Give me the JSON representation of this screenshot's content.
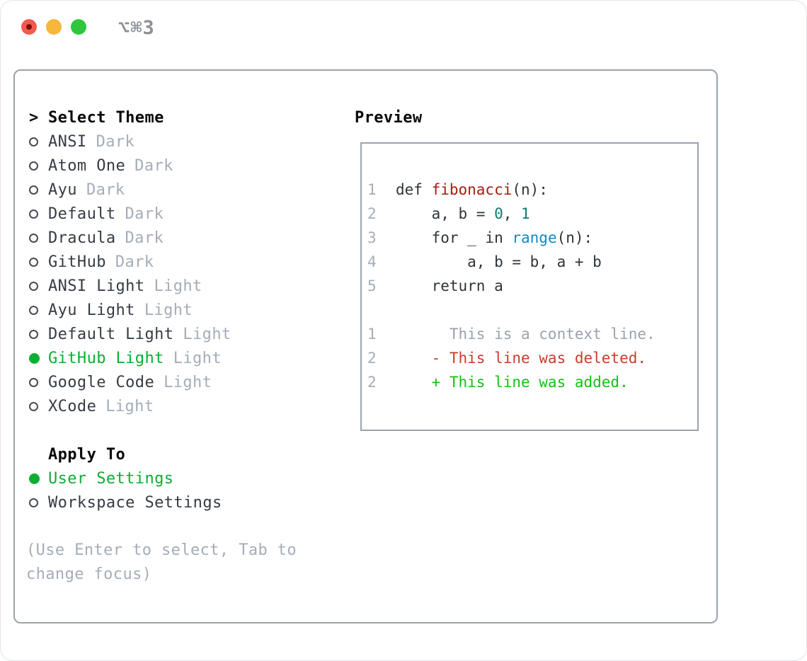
{
  "window": {
    "title": "⌥⌘3",
    "traffic_lights": [
      "close",
      "minimize",
      "zoom"
    ]
  },
  "theme_panel": {
    "header_marker": ">",
    "header": "Select Theme",
    "themes": [
      {
        "name": "ANSI",
        "variant": "Dark",
        "selected": false
      },
      {
        "name": "Atom One",
        "variant": "Dark",
        "selected": false
      },
      {
        "name": "Ayu",
        "variant": "Dark",
        "selected": false
      },
      {
        "name": "Default",
        "variant": "Dark",
        "selected": false
      },
      {
        "name": "Dracula",
        "variant": "Dark",
        "selected": false
      },
      {
        "name": "GitHub",
        "variant": "Dark",
        "selected": false
      },
      {
        "name": "ANSI Light",
        "variant": "Light",
        "selected": false
      },
      {
        "name": "Ayu Light",
        "variant": "Light",
        "selected": false
      },
      {
        "name": "Default Light",
        "variant": "Light",
        "selected": false
      },
      {
        "name": "GitHub Light",
        "variant": "Light",
        "selected": true
      },
      {
        "name": "Google Code",
        "variant": "Light",
        "selected": false
      },
      {
        "name": "XCode",
        "variant": "Light",
        "selected": false
      }
    ],
    "apply_to": {
      "header": "Apply To",
      "options": [
        {
          "label": "User Settings",
          "selected": true
        },
        {
          "label": "Workspace Settings",
          "selected": false
        }
      ]
    },
    "hint": "(Use Enter to select, Tab to change focus)"
  },
  "preview_panel": {
    "header": "Preview",
    "code_lines": [
      {
        "num": "1",
        "tokens": [
          {
            "type": "plain",
            "text": "def "
          },
          {
            "type": "function",
            "text": "fibonacci"
          },
          {
            "type": "plain",
            "text": "(n):"
          }
        ]
      },
      {
        "num": "2",
        "tokens": [
          {
            "type": "plain",
            "text": "    a, b = "
          },
          {
            "type": "number",
            "text": "0"
          },
          {
            "type": "plain",
            "text": ", "
          },
          {
            "type": "number",
            "text": "1"
          }
        ]
      },
      {
        "num": "3",
        "tokens": [
          {
            "type": "plain",
            "text": "    for _ in "
          },
          {
            "type": "builtin",
            "text": "range"
          },
          {
            "type": "plain",
            "text": "(n):"
          }
        ]
      },
      {
        "num": "4",
        "tokens": [
          {
            "type": "plain",
            "text": "        a, b = b, a + b"
          }
        ]
      },
      {
        "num": "5",
        "tokens": [
          {
            "type": "plain",
            "text": "    return a"
          }
        ]
      }
    ],
    "diff_lines": [
      {
        "num": "1",
        "type": "context",
        "text": "      This is a context line."
      },
      {
        "num": "2",
        "type": "deleted",
        "text": "    - This line was deleted."
      },
      {
        "num": "2",
        "type": "added",
        "text": "    + This line was added."
      }
    ]
  },
  "colors": {
    "panel_border": "#9aa3ae",
    "selection_green": "#0caf31",
    "added_green": "#12c212",
    "deleted_red": "#cb3c2a",
    "function_red": "#a61c10",
    "number_teal": "#0e7a70",
    "builtin_blue": "#0e8ac2",
    "muted_gray": "#a5adb8",
    "text_dark": "#363c44",
    "traffic_red": "#f25a50",
    "traffic_yellow": "#f6b73c",
    "traffic_green": "#31c63f"
  }
}
